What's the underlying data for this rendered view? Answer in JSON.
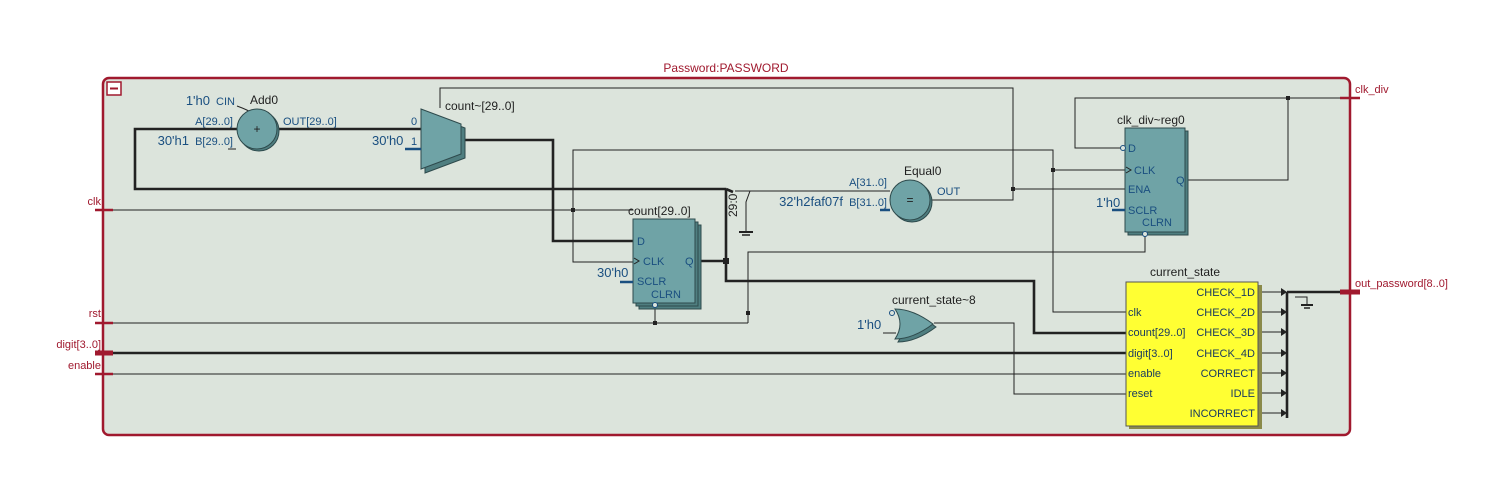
{
  "module": {
    "title": "Password:PASSWORD",
    "collapse_icon": "minus-box-icon"
  },
  "ports": {
    "clk": "clk",
    "rst": "rst",
    "digit": "digit[3..0]",
    "enable": "enable",
    "clk_div": "clk_div",
    "out_password": "out_password[8..0]"
  },
  "add0": {
    "name": "Add0",
    "symbol": "+",
    "cin_const": "1'h0",
    "cin": "CIN",
    "a": "A[29..0]",
    "b": "B[29..0]",
    "b_const": "30'h1",
    "out": "OUT[29..0]"
  },
  "mux": {
    "name": "count~[29..0]",
    "in0": "0",
    "in1": "1",
    "const": "30'h0"
  },
  "count_reg": {
    "name": "count[29..0]",
    "d": "D",
    "clk": "CLK",
    "q": "Q",
    "sclr": "SCLR",
    "clrn": "CLRN",
    "sclr_const": "30'h0"
  },
  "tap_label": "29:0",
  "equal0": {
    "name": "Equal0",
    "symbol": "=",
    "a": "A[31..0]",
    "b": "B[31..0]",
    "b_const": "32'h2faf07f",
    "out": "OUT"
  },
  "clkdiv_reg": {
    "name": "clk_div~reg0",
    "d": "D",
    "clk": "CLK",
    "ena": "ENA",
    "sclr": "SCLR",
    "clrn": "CLRN",
    "q": "Q",
    "sclr_const": "1'h0"
  },
  "or_gate": {
    "name": "current_state~8",
    "const": "1'h0"
  },
  "fsm": {
    "name": "current_state",
    "inputs": [
      "clk",
      "count[29..0]",
      "digit[3..0]",
      "enable",
      "reset"
    ],
    "outputs": [
      "CHECK_1D",
      "CHECK_2D",
      "CHECK_3D",
      "CHECK_4D",
      "CORRECT",
      "IDLE",
      "INCORRECT"
    ]
  },
  "colors": {
    "frame": "#a0192e",
    "panel": "#dce4dc",
    "block": "#6fa3a6",
    "fsm_fill": "#ffff33",
    "wire": "#222222",
    "pin_text": "#1a4f80"
  }
}
